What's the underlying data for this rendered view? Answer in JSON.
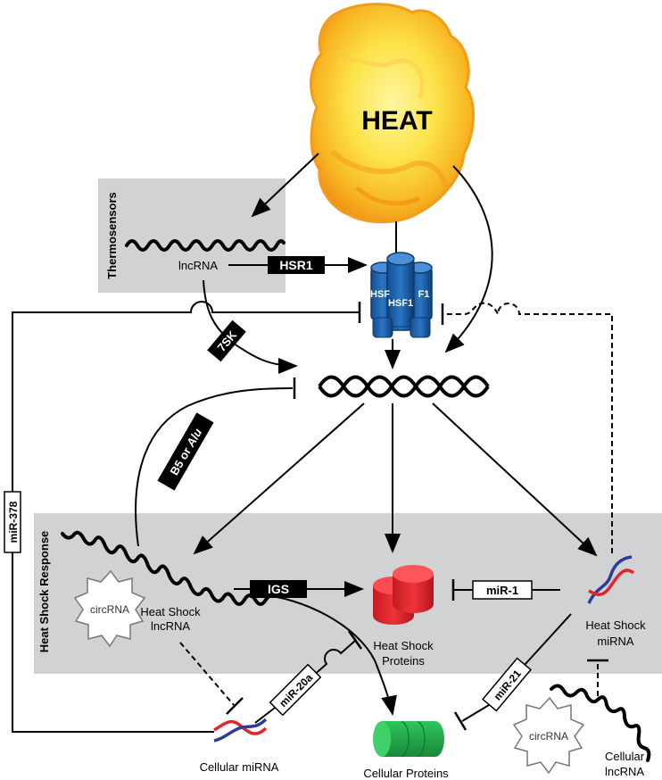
{
  "heat": {
    "label": "HEAT"
  },
  "thermosensors": {
    "title": "Thermosensors",
    "lncrna": "lncRNA"
  },
  "hsf": {
    "left_label": "HSF",
    "center_label": "HSF1",
    "right_label": "F1"
  },
  "heat_shock_response": {
    "title": "Heat Shock Response",
    "lncrna": [
      "Heat Shock",
      "lncRNA"
    ],
    "proteins": [
      "Heat Shock",
      "Proteins"
    ],
    "mirna": [
      "Heat Shock",
      "miRNA"
    ]
  },
  "circrna": {
    "label": "circRNA"
  },
  "cellular": {
    "mirna": "Cellular miRNA",
    "proteins": "Cellular Proteins",
    "lncrna": [
      "Cellular",
      "lncRNA"
    ]
  },
  "tags": {
    "hsr1": "HSR1",
    "sk7": "7SK",
    "b5": "B5 or",
    "alu": "Alu",
    "igs": "IGS",
    "mir1": "miR-1",
    "mir20a": "miR-20a",
    "mir21": "miR-21",
    "mir378": "miR-378"
  },
  "colors": {
    "panel": "#d1d2d4",
    "hsf": "#1c5fa8",
    "hsp": "#e8252b",
    "cellular_protein": "#1fa84a",
    "rna_red": "#e0262b",
    "rna_blue": "#2c3c9a",
    "flame": "#f7b521"
  }
}
